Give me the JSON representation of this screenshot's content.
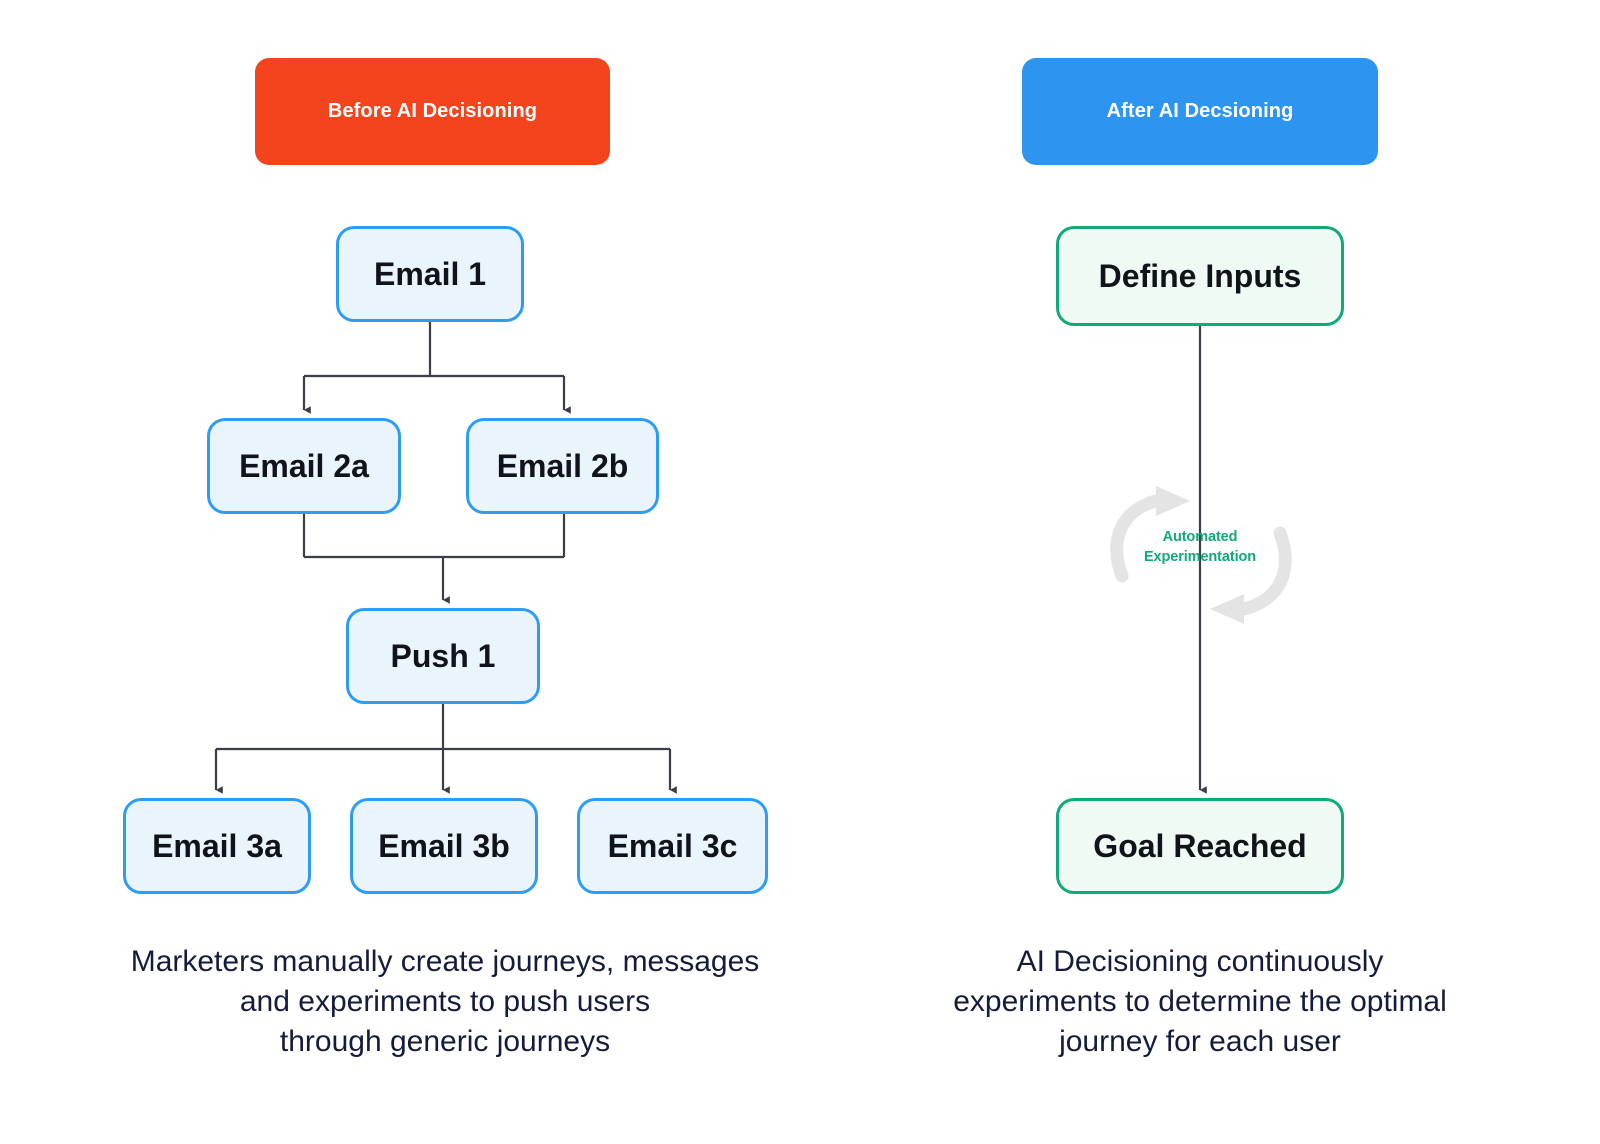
{
  "panels": {
    "left": {
      "header": "Before AI Decisioning",
      "header_color": "#f4441e",
      "node_border_color": "#2d9cf5",
      "node_fill_color": "#eaf4fd",
      "nodes": [
        {
          "id": "email1",
          "label": "Email 1"
        },
        {
          "id": "email2a",
          "label": "Email 2a"
        },
        {
          "id": "email2b",
          "label": "Email 2b"
        },
        {
          "id": "push1",
          "label": "Push 1"
        },
        {
          "id": "email3a",
          "label": "Email 3a"
        },
        {
          "id": "email3b",
          "label": "Email 3b"
        },
        {
          "id": "email3c",
          "label": "Email 3c"
        }
      ],
      "caption": [
        "Marketers manually create journeys, messages",
        "and experiments to push users",
        "through generic journeys"
      ]
    },
    "right": {
      "header": "After AI Decsioning",
      "header_color": "#2d95f0",
      "node_border_color": "#0fa97a",
      "node_fill_color": "#eefaf3",
      "nodes": [
        {
          "id": "define",
          "label": "Define Inputs"
        },
        {
          "id": "goal",
          "label": "Goal Reached"
        }
      ],
      "cycle_label": [
        "Automated",
        "Experimentation"
      ],
      "cycle_label_color": "#0fa97a",
      "cycle_arrow_color": "#e6e6e6",
      "caption": [
        "AI Decisioning continuously",
        "experiments to determine the optimal",
        "journey for each user"
      ]
    }
  },
  "connector_color": "#3a3f47",
  "caption_text_color": "#151b3d",
  "icons": {
    "cycle_arrow_top": "curved-arrow-right-icon",
    "cycle_arrow_bottom": "curved-arrow-left-icon"
  }
}
